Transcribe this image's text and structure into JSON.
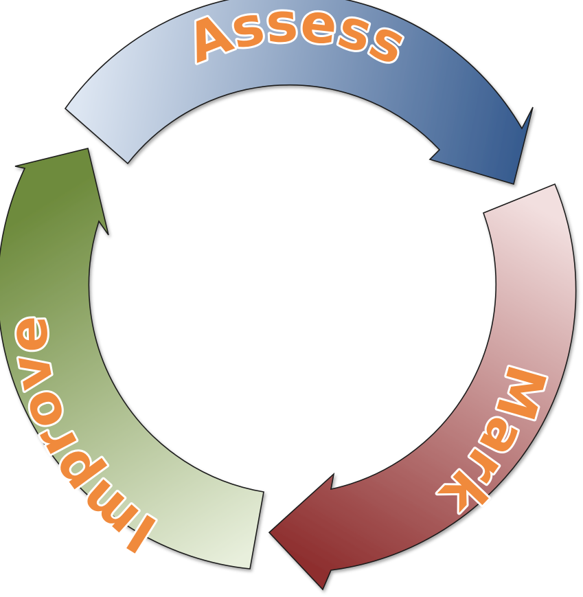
{
  "cycle": {
    "stages": [
      {
        "label": "Assess",
        "color_start": "#dde6f2",
        "color_end": "#355a8e"
      },
      {
        "label": "Mark",
        "color_start": "#f2dfdf",
        "color_end": "#8e2f2f"
      },
      {
        "label": "Improve",
        "color_start": "#e8efdc",
        "color_end": "#6e8b3d"
      }
    ],
    "label_color": "#f08a3c",
    "label_outline_color": "#ffffff"
  }
}
